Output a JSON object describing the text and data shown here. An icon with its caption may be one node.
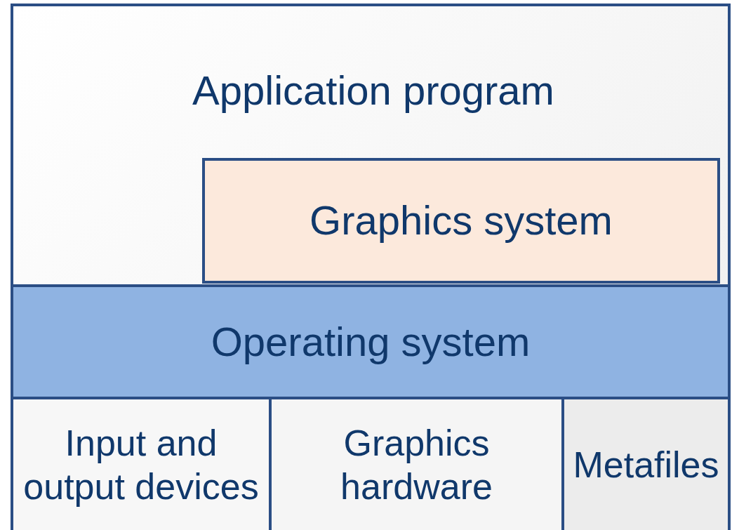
{
  "diagram": {
    "nodes": [
      {
        "text": [
          "Application program"
        ]
      },
      {
        "text": [
          "Graphics system"
        ],
        "in": 0
      },
      {
        "text": [
          "Operating system"
        ]
      },
      {
        "text": [
          "Input and output devices"
        ]
      },
      {
        "text": [
          "Graphics hardware"
        ]
      },
      {
        "text": [
          "Metafiles"
        ]
      }
    ]
  }
}
